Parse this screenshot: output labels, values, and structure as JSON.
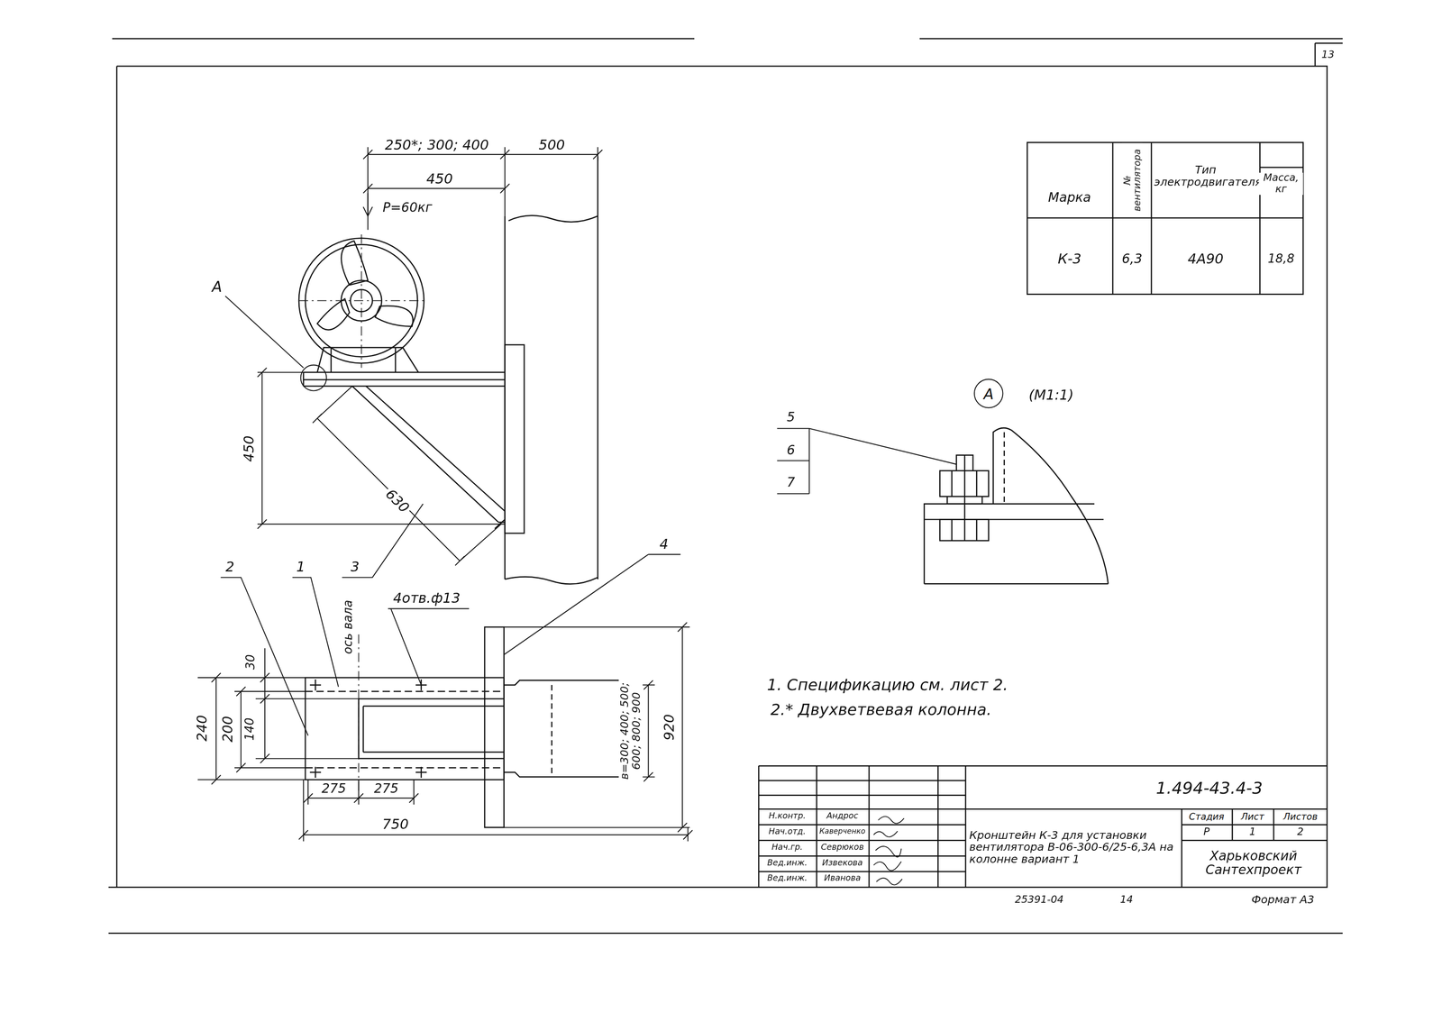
{
  "diagram": {
    "nodes": [
      {
        "text": [
          "А"
        ]
      }
    ],
    "labels": [
      "13",
      "250*; 300; 400",
      "500",
      "450",
      "Р=60кг",
      "А",
      "450",
      "630",
      "3",
      "2",
      "1",
      "4отв.ф13",
      "4",
      "ось вала",
      "30",
      "240",
      "200",
      "140",
      "275",
      "275",
      "750",
      "в=300; 400; 500; 600; 800; 900",
      "920",
      "Марка",
      "№ вентилятора",
      "Тип электродвигателя",
      "Масса, кг",
      "К-3",
      "6,3",
      "4А90",
      "18,8",
      "(М1:1)",
      "5",
      "6",
      "7",
      "1. Спецификацию см. лист 2.",
      "2.* Двухветвевая колонна.",
      "1.494-43.4-3",
      "Н.контр.",
      "Андрос",
      "Нач.отд.",
      "Каверченко",
      "Нач.гр.",
      "Севрюков",
      "Вед.инж.",
      "Извекова",
      "Вед.инж.",
      "Иванова",
      "Кронштейн К-3 для установки вентилятора В-06-300-6/25-6,3А на колонне вариант 1",
      "Стадия",
      "Лист",
      "Листов",
      "Р",
      "1",
      "2",
      "Харьковский Сантехпроект",
      "25391-04",
      "14",
      "Формат А3"
    ]
  }
}
